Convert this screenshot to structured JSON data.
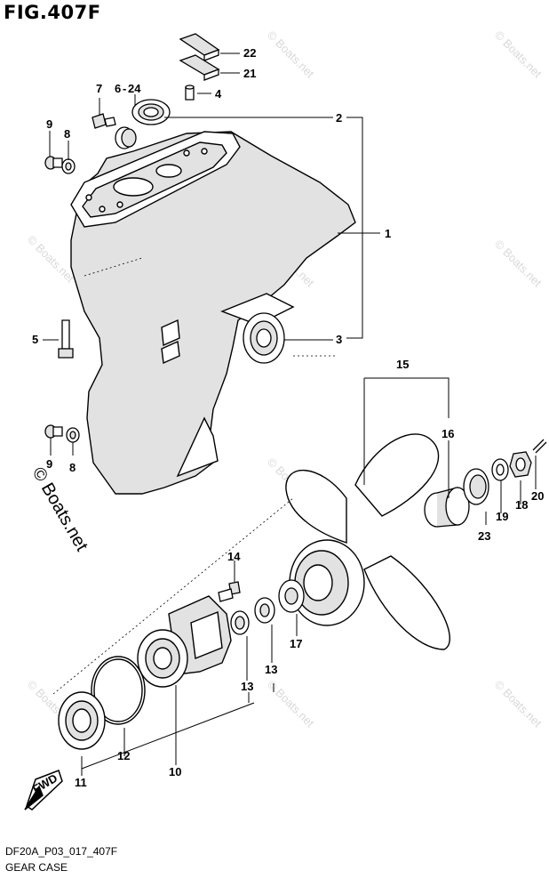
{
  "figure": {
    "title": "FIG.407F",
    "code": "DF20A_P03_017_407F",
    "name": "GEAR CASE"
  },
  "watermark": {
    "text": "© Boats.net"
  },
  "direction_badge": {
    "label": "FWD",
    "icon": "forward-arrow-icon"
  },
  "callouts": {
    "c1": "1",
    "c2": "2",
    "c3": "3",
    "c4": "4",
    "c5": "5",
    "c6": "6",
    "c24": "24",
    "c7": "7",
    "c8a": "8",
    "c8b": "8",
    "c9a": "9",
    "c9b": "9",
    "c10": "10",
    "c11": "11",
    "c12": "12",
    "c13a": "13",
    "c13b": "13",
    "c14": "14",
    "c15": "15",
    "c16": "16",
    "c17": "17",
    "c18": "18",
    "c19": "19",
    "c20": "20",
    "c21": "21",
    "c22": "22",
    "c23": "23"
  },
  "colors": {
    "line": "#000000",
    "shade": "#e2e2e2",
    "watermark": "#d9d9d9"
  }
}
